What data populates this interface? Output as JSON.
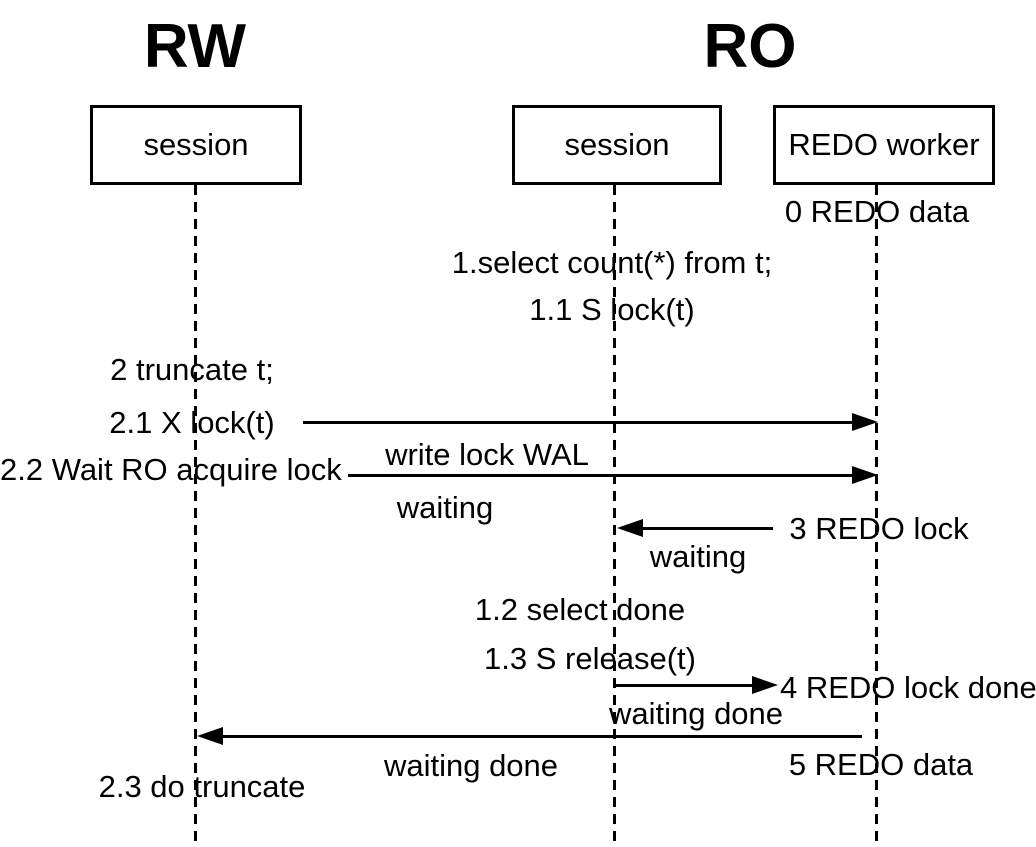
{
  "colors": {
    "foreground": "#000000",
    "background": "#ffffff"
  },
  "groups": {
    "rw": {
      "label": "RW"
    },
    "ro": {
      "label": "RO"
    }
  },
  "participants": {
    "rw_session": {
      "label": "session"
    },
    "ro_session": {
      "label": "session"
    },
    "redo_worker": {
      "label": "REDO worker"
    }
  },
  "labels": {
    "redo_data_initial": "0 REDO data",
    "select_count": "1.select count(*) from t;",
    "s_lock": "1.1 S lock(t)",
    "truncate": "2 truncate t;",
    "x_lock": "2.1 X lock(t)",
    "wait_ro_acquire_lock": "2.2 Wait RO acquire lock",
    "write_lock_wal": "write lock WAL",
    "waiting_rw": "waiting",
    "redo_lock": "3 REDO lock",
    "waiting_ro": "waiting",
    "select_done": "1.2 select done",
    "s_release": "1.3 S release(t)",
    "redo_lock_done": "4 REDO lock done",
    "waiting_done_ro": "waiting done",
    "redo_data_final": "5 REDO data",
    "waiting_done_rw": "waiting done",
    "do_truncate": "2.3 do truncate"
  }
}
